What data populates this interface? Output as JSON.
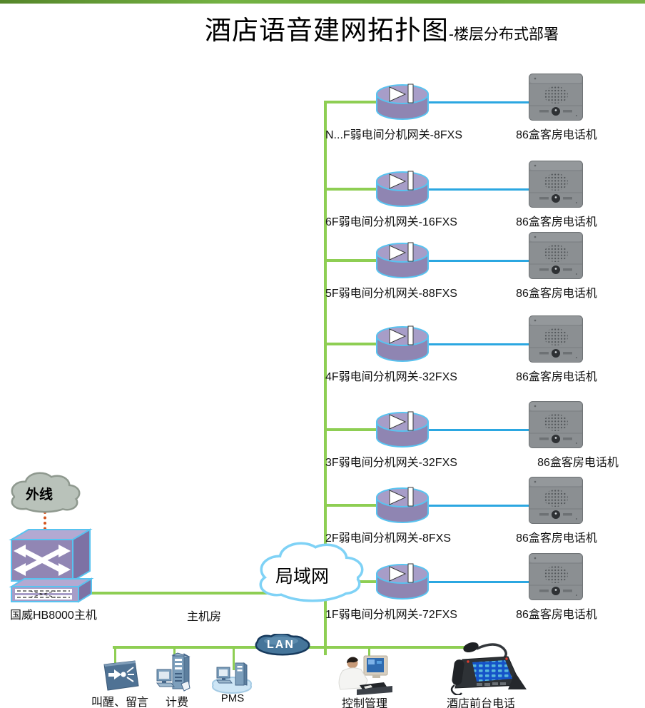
{
  "title": {
    "main": "酒店语音建网拓扑图",
    "sub": "-楼层分布式部署"
  },
  "rows": [
    {
      "gateway_label": "N...F弱电间分机网关-8FXS",
      "phone_label": "86盒客房电话机"
    },
    {
      "gateway_label": "6F弱电间分机网关-16FXS",
      "phone_label": "86盒客房电话机"
    },
    {
      "gateway_label": "5F弱电间分机网关-88FXS",
      "phone_label": "86盒客房电话机"
    },
    {
      "gateway_label": "4F弱电间分机网关-32FXS",
      "phone_label": "86盒客房电话机"
    },
    {
      "gateway_label": "3F弱电间分机网关-32FXS",
      "phone_label": "86盒客房电话机"
    },
    {
      "gateway_label": "2F弱电间分机网关-8FXS",
      "phone_label": "86盒客房电话机"
    },
    {
      "gateway_label": "1F弱电间分机网关-72FXS",
      "phone_label": "86盒客房电话机"
    }
  ],
  "left_branch": {
    "outside_cloud_label": "外线",
    "host_label": "国威HB8000主机",
    "room_label": "主机房"
  },
  "network": {
    "lan_cloud_label": "局域网",
    "lan_badge_label": "LAN"
  },
  "servers": [
    {
      "label": "叫醒、留言"
    },
    {
      "label": "计费"
    },
    {
      "label": "PMS"
    },
    {
      "label": "控制管理"
    },
    {
      "label": "酒店前台电话"
    }
  ],
  "colors": {
    "line_green": "#8ece53",
    "line_blue": "#2ba7e1",
    "device_purple": "#9186b4",
    "cloud_border_blue": "#7fd2f6",
    "lan_badge_fill": "#45759a",
    "outside_dotted_red": "#d4551f",
    "top_bar_green": "#74b243"
  }
}
